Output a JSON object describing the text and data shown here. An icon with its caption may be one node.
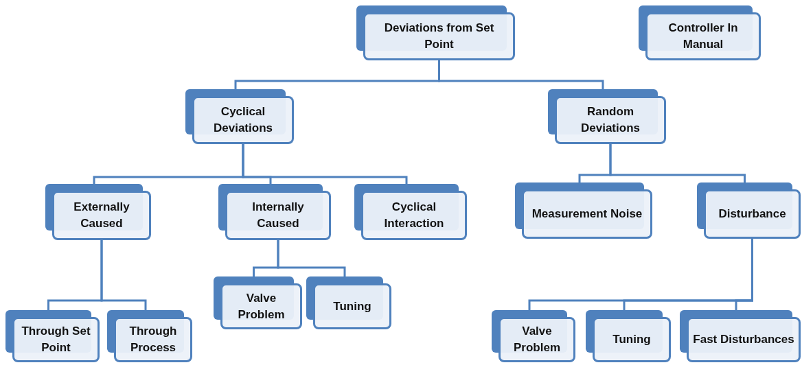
{
  "diagram": {
    "nodes": [
      {
        "text": [
          "Deviations from Set Point"
        ]
      },
      {
        "text": [
          "Controller In Manual"
        ]
      },
      {
        "text": [
          "Cyclical Deviations"
        ]
      },
      {
        "text": [
          "Random Deviations"
        ]
      },
      {
        "text": [
          "Externally Caused"
        ]
      },
      {
        "text": [
          "Internally Caused"
        ]
      },
      {
        "text": [
          "Cyclical Interaction"
        ]
      },
      {
        "text": [
          "Measurement Noise"
        ]
      },
      {
        "text": [
          "Disturbance"
        ]
      },
      {
        "text": [
          "Valve Problem"
        ]
      },
      {
        "text": [
          "Tuning"
        ]
      },
      {
        "text": [
          "Through Set Point"
        ]
      },
      {
        "text": [
          "Through Process"
        ]
      },
      {
        "text": [
          "Valve Problem"
        ]
      },
      {
        "text": [
          "Tuning"
        ]
      },
      {
        "text": [
          "Fast Disturbances"
        ]
      }
    ],
    "edges": [
      {
        "from": 0,
        "to": 2,
        "arrow": "none"
      },
      {
        "from": 0,
        "to": 3,
        "arrow": "none"
      },
      {
        "from": 2,
        "to": 4,
        "arrow": "none"
      },
      {
        "from": 2,
        "to": 5,
        "arrow": "none"
      },
      {
        "from": 2,
        "to": 6,
        "arrow": "none"
      },
      {
        "from": 3,
        "to": 7,
        "arrow": "none"
      },
      {
        "from": 3,
        "to": 8,
        "arrow": "none"
      },
      {
        "from": 4,
        "to": 11,
        "arrow": "none"
      },
      {
        "from": 4,
        "to": 12,
        "arrow": "none"
      },
      {
        "from": 5,
        "to": 9,
        "arrow": "none"
      },
      {
        "from": 5,
        "to": 10,
        "arrow": "none"
      },
      {
        "from": 8,
        "to": 13,
        "arrow": "none"
      },
      {
        "from": 8,
        "to": 14,
        "arrow": "none"
      },
      {
        "from": 8,
        "to": 15,
        "arrow": "none"
      }
    ]
  }
}
